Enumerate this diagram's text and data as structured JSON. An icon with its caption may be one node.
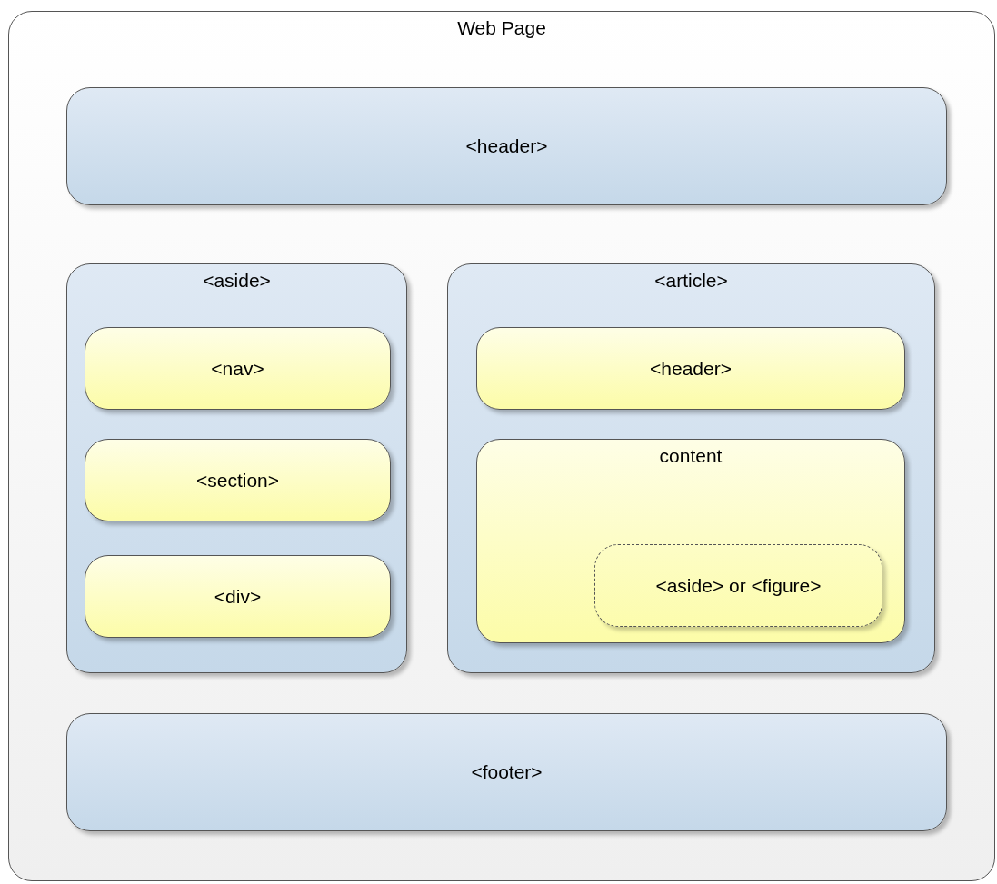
{
  "diagram": {
    "nodes": [
      {
        "text": [
          "Web Page"
        ]
      },
      {
        "text": [
          "<header>"
        ],
        "in": 0
      },
      {
        "text": [
          "<aside>"
        ],
        "in": 0
      },
      {
        "text": [
          "<nav>"
        ],
        "in": 2
      },
      {
        "text": [
          "<section>"
        ],
        "in": 2
      },
      {
        "text": [
          "<div>"
        ],
        "in": 2
      },
      {
        "text": [
          "<article>"
        ],
        "in": 0
      },
      {
        "text": [
          "<header>"
        ],
        "in": 6
      },
      {
        "text": [
          "content"
        ],
        "in": 6
      },
      {
        "text": [
          "<aside> or <figure>"
        ],
        "in": 8
      },
      {
        "text": [
          "<footer>"
        ],
        "in": 0
      }
    ],
    "edges": []
  }
}
